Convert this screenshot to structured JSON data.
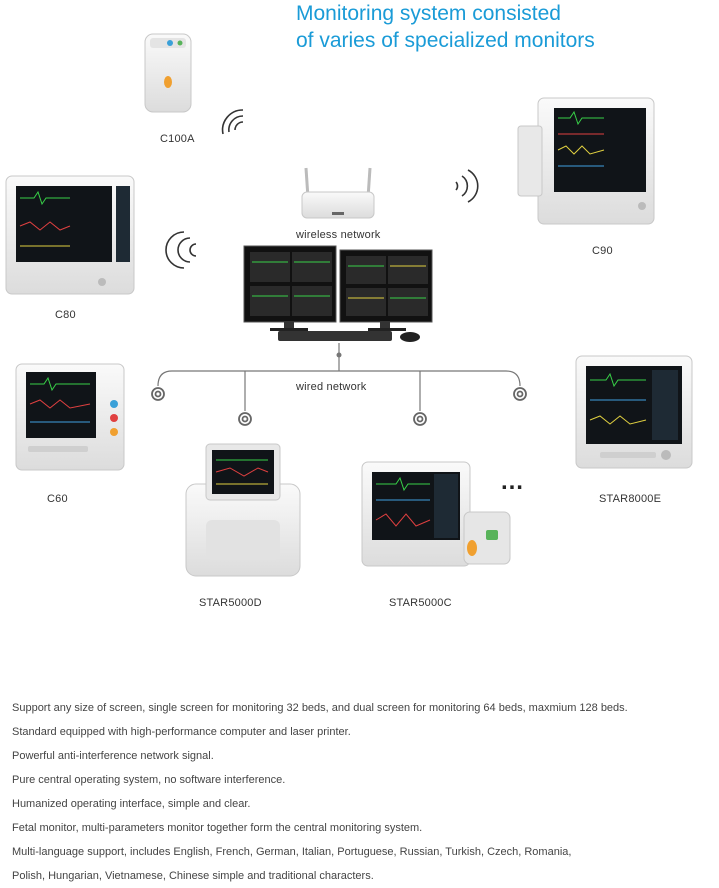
{
  "title": {
    "line1": "Monitoring system consisted",
    "line2": "of varies of specialized monitors"
  },
  "labels": {
    "c100a": "C100A",
    "c90": "C90",
    "c80": "C80",
    "c60": "C60",
    "wireless": "wireless network",
    "wired": "wired network",
    "star8000e": "STAR8000E",
    "star5000d": "STAR5000D",
    "star5000c": "STAR5000C",
    "more": "…"
  },
  "colors": {
    "title": "#1a9bd7",
    "device_body": "#eeeeee",
    "screen": "#101418",
    "network_line": "#777777"
  },
  "bullets": [
    "Support any size of screen, single screen for monitoring 32 beds, and dual screen for monitoring 64 beds, maxmium 128 beds.",
    "Standard equipped with high-performance computer and laser printer.",
    "Powerful anti-interference network signal.",
    "Pure central operating system, no software interference.",
    "Humanized operating interface, simple and clear.",
    "Fetal monitor, multi-parameters monitor together form the central monitoring system.",
    "Multi-language support, includes English, French, German, Italian, Portuguese, Russian, Turkish, Czech, Romania,",
    "Polish, Hungarian, Vietnamese, Chinese simple and traditional characters."
  ]
}
